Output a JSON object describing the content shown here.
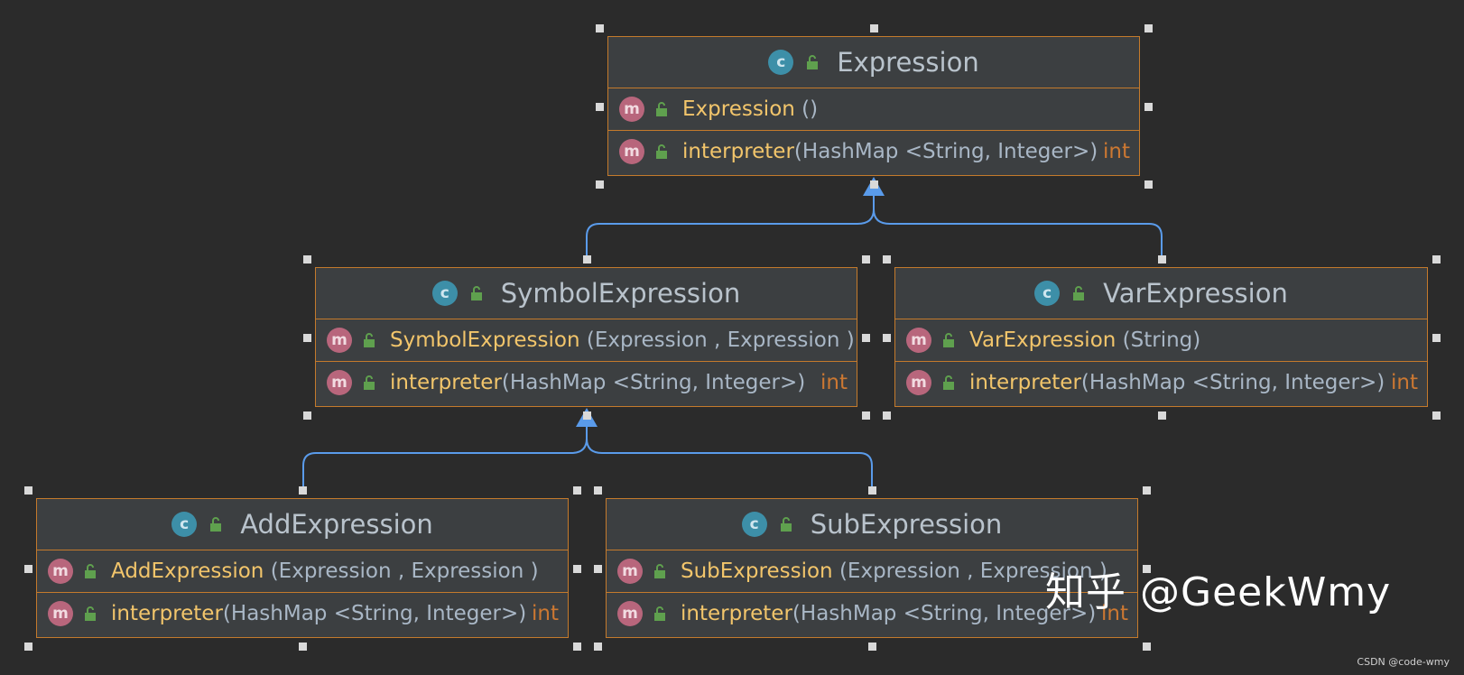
{
  "classes": [
    {
      "id": "expression",
      "name": "Expression",
      "kind_icon": "class-icon",
      "kind_letter": "c",
      "rows": [
        {
          "method_icon": "method-icon",
          "letter": "m",
          "name": "Expression",
          "params": "()",
          "ret": ""
        },
        {
          "method_icon": "method-icon",
          "letter": "m",
          "name": "interpreter",
          "params": "(HashMap <String, Integer>)",
          "ret": "int"
        }
      ]
    },
    {
      "id": "symbol",
      "name": "SymbolExpression",
      "kind_icon": "class-icon",
      "kind_letter": "c",
      "rows": [
        {
          "method_icon": "method-icon",
          "letter": "m",
          "name": "SymbolExpression",
          "params": "(Expression , Expression )",
          "ret": ""
        },
        {
          "method_icon": "method-icon",
          "letter": "m",
          "name": "interpreter",
          "params": "(HashMap <String, Integer>)",
          "ret": "int"
        }
      ]
    },
    {
      "id": "var",
      "name": "VarExpression",
      "kind_icon": "class-icon",
      "kind_letter": "c",
      "rows": [
        {
          "method_icon": "method-icon",
          "letter": "m",
          "name": "VarExpression",
          "params": "(String)",
          "ret": ""
        },
        {
          "method_icon": "method-icon",
          "letter": "m",
          "name": "interpreter",
          "params": "(HashMap <String, Integer>)",
          "ret": "int"
        }
      ]
    },
    {
      "id": "add",
      "name": "AddExpression",
      "kind_icon": "class-icon",
      "kind_letter": "c",
      "rows": [
        {
          "method_icon": "method-icon",
          "letter": "m",
          "name": "AddExpression",
          "params": "(Expression , Expression )",
          "ret": ""
        },
        {
          "method_icon": "method-icon",
          "letter": "m",
          "name": "interpreter",
          "params": "(HashMap <String, Integer>)",
          "ret": "int"
        }
      ]
    },
    {
      "id": "sub",
      "name": "SubExpression",
      "kind_icon": "class-icon",
      "kind_letter": "c",
      "rows": [
        {
          "method_icon": "method-icon",
          "letter": "m",
          "name": "SubExpression",
          "params": "(Expression , Expression )",
          "ret": ""
        },
        {
          "method_icon": "method-icon",
          "letter": "m",
          "name": "interpreter",
          "params": "(HashMap <String, Integer>)",
          "ret": "int"
        }
      ]
    }
  ],
  "edges": [
    {
      "from": "symbol",
      "to": "expression",
      "type": "inheritance"
    },
    {
      "from": "var",
      "to": "expression",
      "type": "inheritance"
    },
    {
      "from": "add",
      "to": "symbol",
      "type": "inheritance"
    },
    {
      "from": "sub",
      "to": "symbol",
      "type": "inheritance"
    }
  ],
  "colors": {
    "background": "#2b2b2b",
    "box_fill": "#3c3f41",
    "box_border": "#c47a2c",
    "arrow": "#5a9bea",
    "method_name": "#f2c56b",
    "return_type": "#cc7832"
  },
  "watermark": "知乎 @GeekWmy",
  "credit": "CSDN @code-wmy"
}
